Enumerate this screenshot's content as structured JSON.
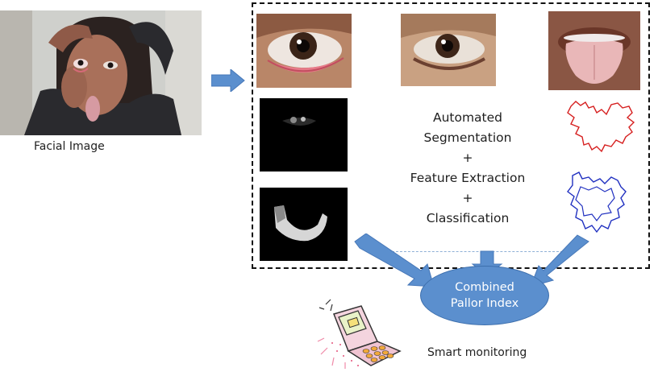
{
  "input": {
    "label": "Facial Image"
  },
  "pipeline": {
    "steps": [
      "Automated",
      "Segmentation",
      "+",
      "Feature Extraction",
      "+",
      "Classification"
    ]
  },
  "result": {
    "line1": "Combined",
    "line2": "Pallor Index"
  },
  "device": {
    "label": "Smart monitoring"
  },
  "colors": {
    "arrow": "#5b8fce",
    "ellipse": "#5b8fce",
    "tongue_contour_outer": "#d62020",
    "tongue_contour_inner": "#2030c0"
  },
  "icons": {
    "arrow": "block-arrow-icon",
    "phone": "mobile-phone-icon"
  }
}
